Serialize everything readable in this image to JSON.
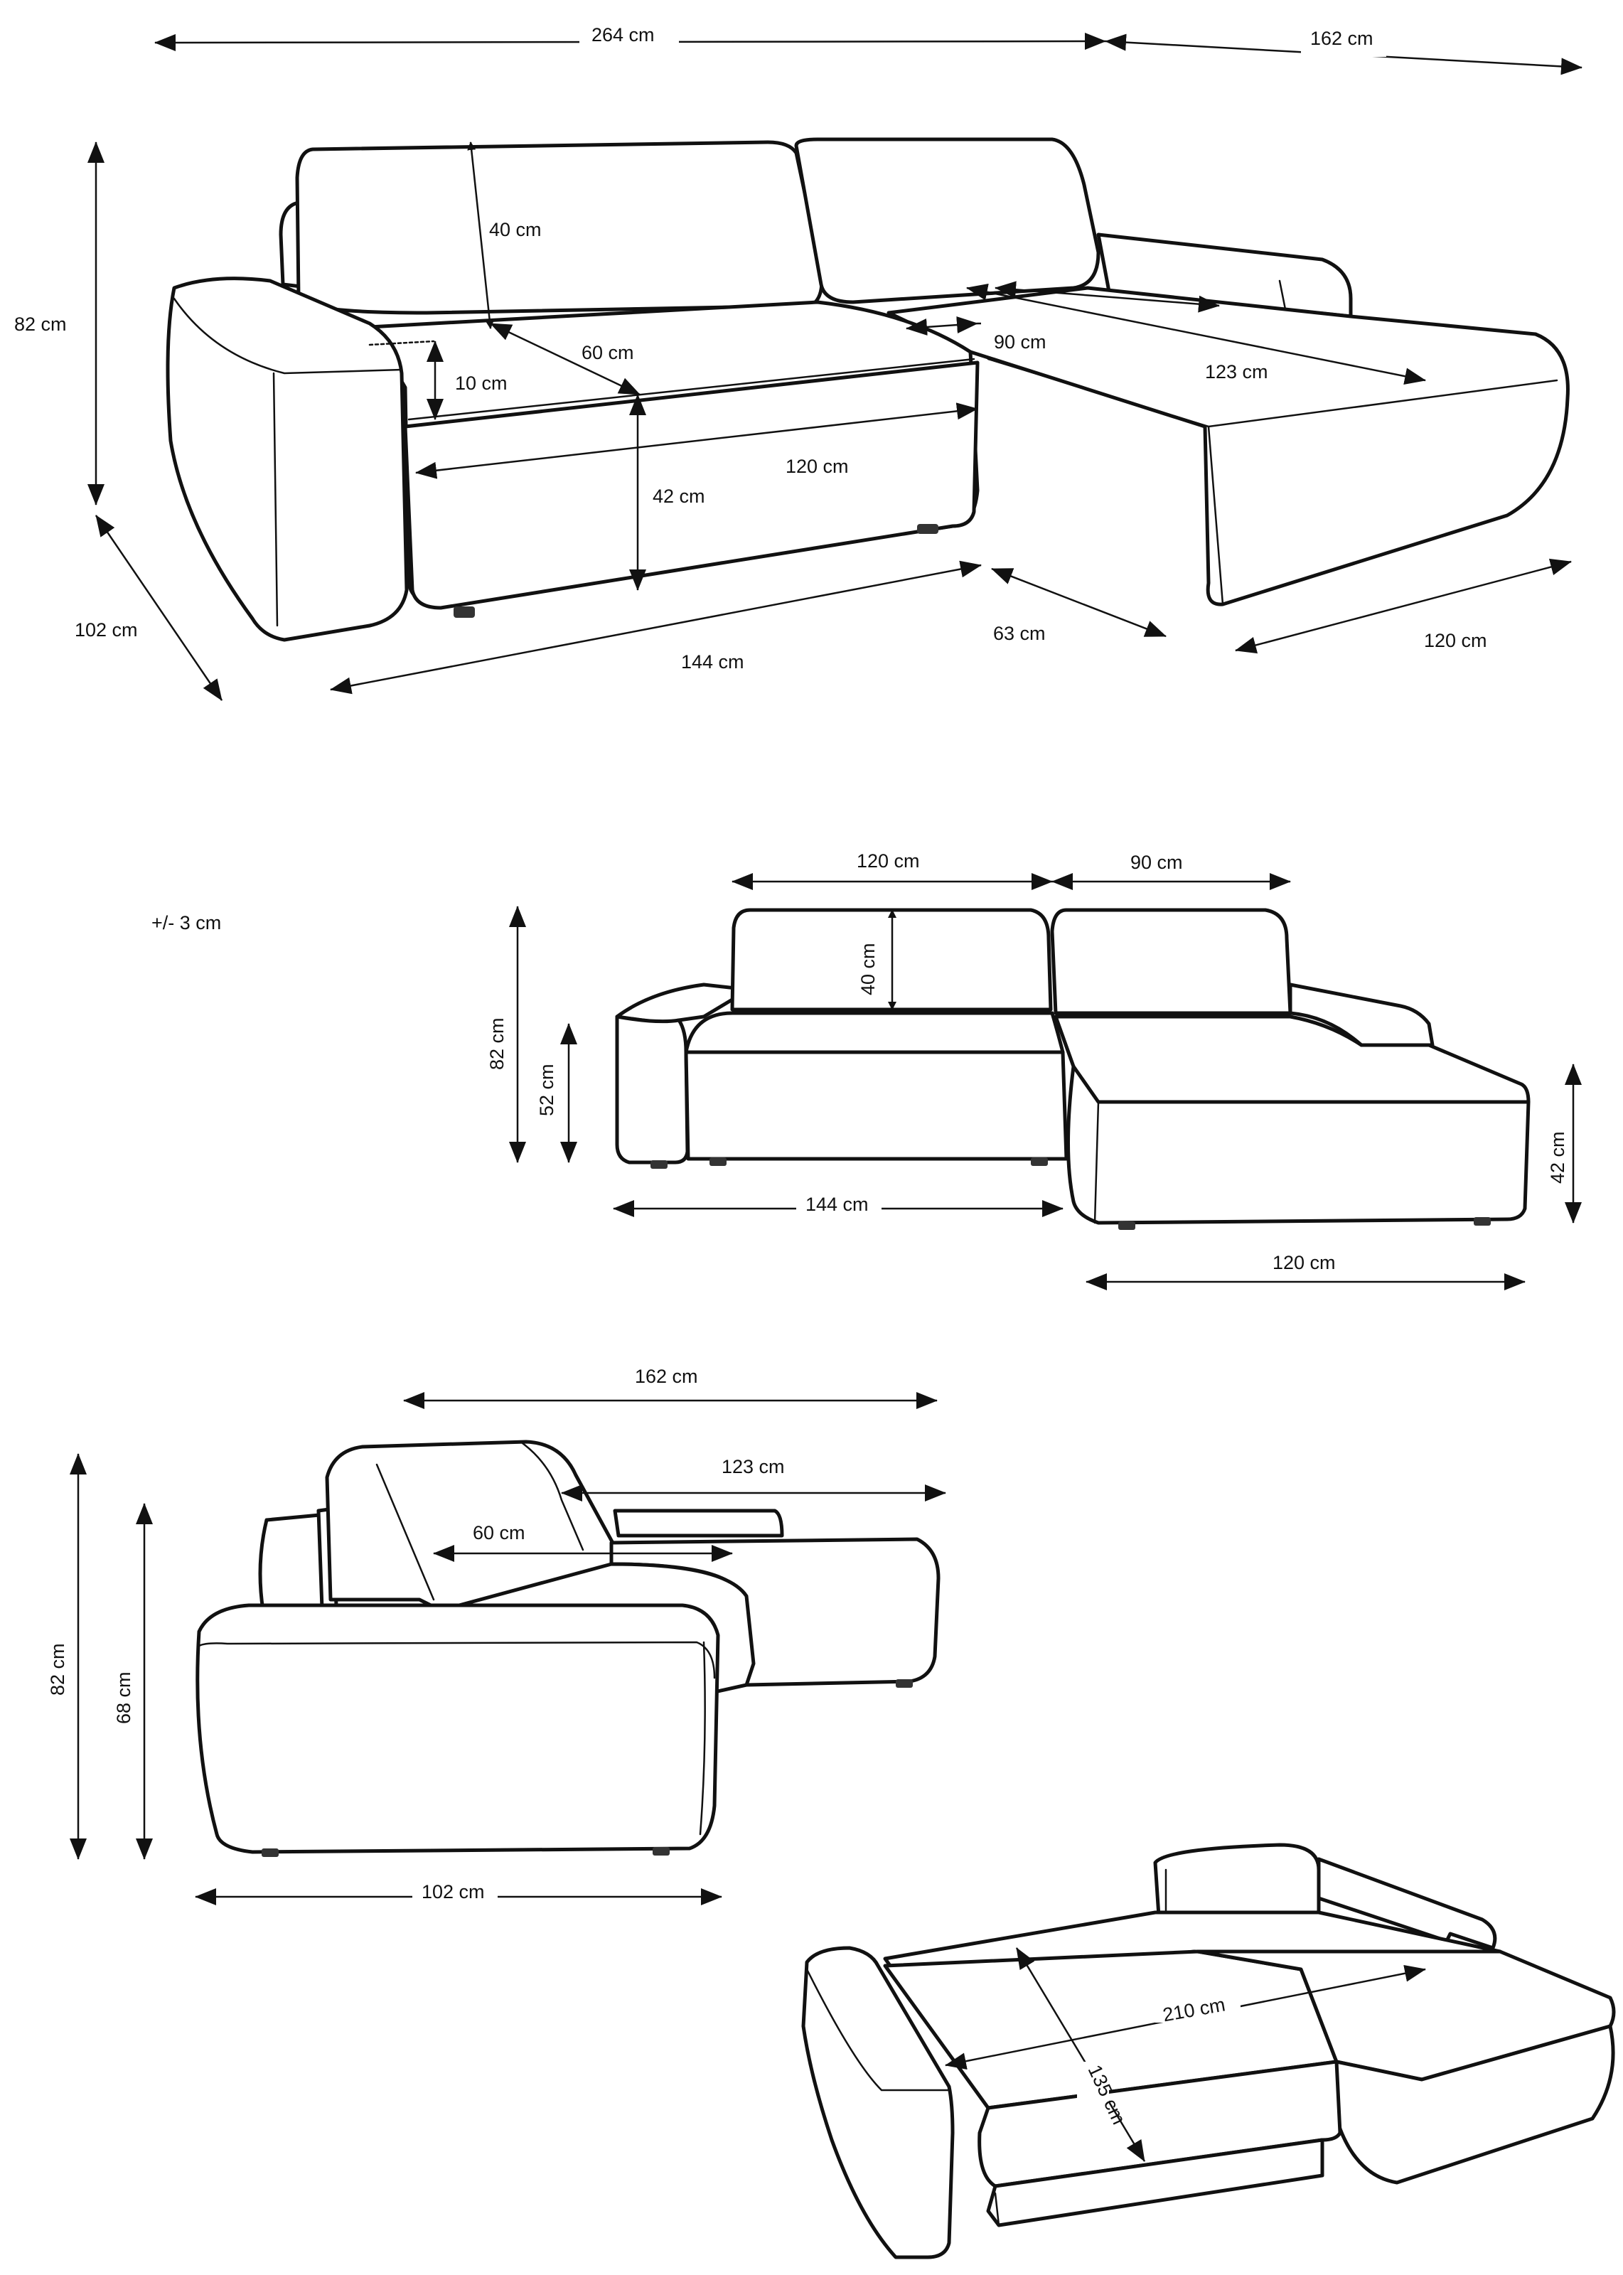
{
  "tolerance": "+/- 3 cm",
  "view_perspective": {
    "total_width": "264 cm",
    "chaise_depth": "162 cm",
    "height": "82 cm",
    "depth": "102 cm",
    "back_cushion_height": "40 cm",
    "seat_depth": "60 cm",
    "seat_thickness": "10 cm",
    "seat_width": "120 cm",
    "seat_height": "42 cm",
    "base_width": "144 cm",
    "chaise_seat_width": "90 cm",
    "chaise_seat_length": "123 cm",
    "chaise_offset": "63 cm",
    "chaise_width": "120 cm"
  },
  "view_front": {
    "seat_width": "120 cm",
    "chaise_width_top": "90 cm",
    "back_cushion_height": "40 cm",
    "height": "82 cm",
    "arm_height": "52 cm",
    "chaise_height": "42 cm",
    "base_width": "144 cm",
    "chaise_width": "120 cm"
  },
  "view_side": {
    "length": "162 cm",
    "chaise_seat_length": "123 cm",
    "seat_depth": "60 cm",
    "height": "82 cm",
    "arm_height": "68 cm",
    "depth": "102 cm"
  },
  "view_bed": {
    "bed_length": "210 cm",
    "bed_width": "135 cm"
  }
}
